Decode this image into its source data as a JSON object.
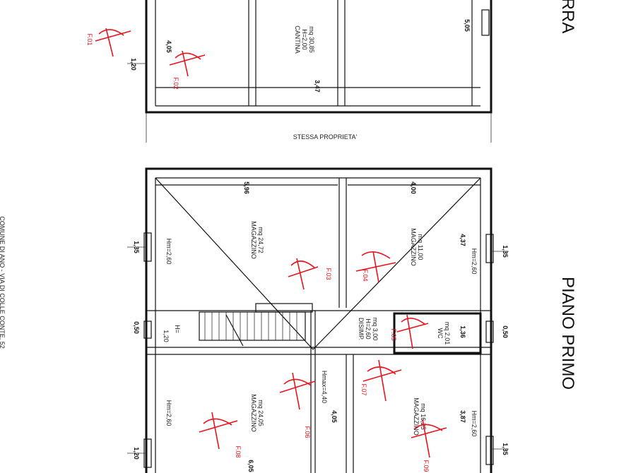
{
  "labels": {
    "floor_title_top": "RRA",
    "floor_title_first": "PIANO PRIMO",
    "side_text": "COMUNE DI ANO - VIA DI COLLE CONTE, 52",
    "same_owner": "STESSA PROPRIETA'"
  },
  "rooms": {
    "cantina": {
      "name": "CANTINA",
      "height": "H=2,00",
      "area": "mq 30,85"
    },
    "mag1": {
      "name": "MAGAZZINO",
      "area": "mq 24,72",
      "height": "Hm=2,60"
    },
    "mag2": {
      "name": "MAGAZZINO",
      "area": "mq 11,00",
      "height": "Hm=2,60"
    },
    "mag3": {
      "name": "MAGAZZINO",
      "area": "mq 24,05",
      "height": "Hm=2,60"
    },
    "mag4": {
      "name": "MAGAZZINO",
      "area": "mq 16,25",
      "height": "Hm=2,60"
    },
    "disimp": {
      "name": "DISIMP.",
      "height": "H=2,60",
      "area": "mq 3,00"
    },
    "wc": {
      "name": "WC",
      "area": "mq 2,01"
    },
    "stair": {
      "height": "H=",
      "width": "1,20"
    },
    "hmax": {
      "text": "Hmax=4,40"
    }
  },
  "dimensions": {
    "d405a": "4,05",
    "d505": "5,05",
    "d347": "3,47",
    "d120a": "1,20",
    "d596": "5,96",
    "d400": "4,00",
    "d437": "4,37",
    "d136": "1,36",
    "d405b": "4,05",
    "d387": "3,87",
    "d605": "6,05",
    "s135a": "1,35",
    "s135b": "1,35",
    "s120": "1,20",
    "s135c": "1,35",
    "s050": "0,50",
    "s050b": "0,50"
  },
  "photo_points": {
    "p1": "F.01",
    "p2": "F.02",
    "p3": "F.03",
    "p4": "F.04",
    "p5": "F.05",
    "p6": "F.06",
    "p7": "F.07",
    "p8": "F.08",
    "p9": "F.09"
  },
  "colors": {
    "lines": "#111111",
    "photo_markers": "#e8141d"
  }
}
